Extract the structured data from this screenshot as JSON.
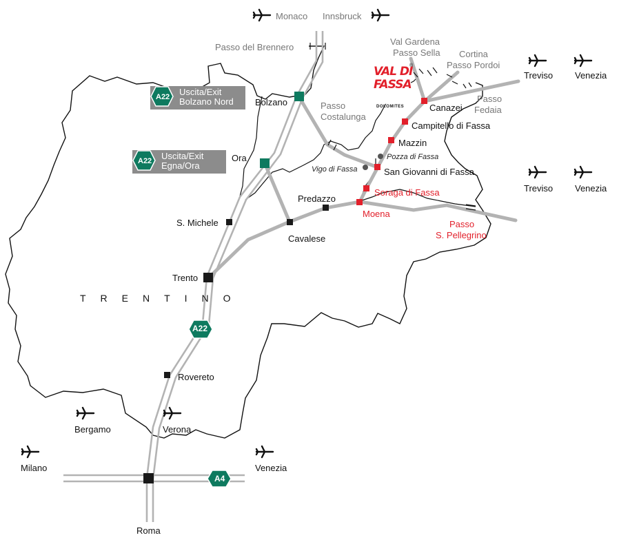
{
  "map": {
    "region_label": "TRENTINO",
    "logo": {
      "text_line1": "VAL DI",
      "text_line2": "FASSA",
      "subtitle": "DOLOMITES",
      "registered": "®"
    },
    "exits": [
      {
        "shield": "A22",
        "line1": "Uscita/Exit",
        "line2": "Bolzano Nord"
      },
      {
        "shield": "A22",
        "line1": "Uscita/Exit",
        "line2": "Egna/Ora"
      }
    ],
    "highway_shields": {
      "a22": "A22",
      "a4": "A4"
    },
    "airports": {
      "monaco": "Monaco",
      "innsbruck": "Innsbruck",
      "treviso_1": "Treviso",
      "venezia_1": "Venezia",
      "treviso_2": "Treviso",
      "venezia_2": "Venezia",
      "bergamo": "Bergamo",
      "verona": "Verona",
      "milano": "Milano",
      "venezia_3": "Venezia"
    },
    "passes": {
      "brennero": "Passo del Brennero",
      "val_gardena": "Val Gardena",
      "passo_sella": "Passo Sella",
      "cortina": "Cortina",
      "passo_pordoi": "Passo Pordoi",
      "fedaia_1": "Passo",
      "fedaia_2": "Fedaia",
      "costalunga_1": "Passo",
      "costalunga_2": "Costalunga",
      "pellegrino_1": "Passo",
      "pellegrino_2": "S. Pellegrino"
    },
    "towns": {
      "bolzano": "Bolzano",
      "ora": "Ora",
      "s_michele": "S. Michele",
      "trento": "Trento",
      "rovereto": "Rovereto",
      "roma": "Roma",
      "cavalese": "Cavalese",
      "predazzo": "Predazzo",
      "moena": "Moena",
      "soraga": "Soraga di Fassa",
      "san_giovanni": "San Giovanni di Fassa",
      "vigo": "Vigo di Fassa",
      "pozza": "Pozza di Fassa",
      "mazzin": "Mazzin",
      "campitello": "Campitello di Fassa",
      "canazei": "Canazei"
    },
    "colors": {
      "road": "#b3b3b3",
      "border": "#111111",
      "fassa_red": "#e2202b",
      "exit_green": "#0e7a5f",
      "exit_box": "#8c8c8c",
      "town_marker": "#1a1a1a",
      "village_dot": "#555555"
    }
  }
}
